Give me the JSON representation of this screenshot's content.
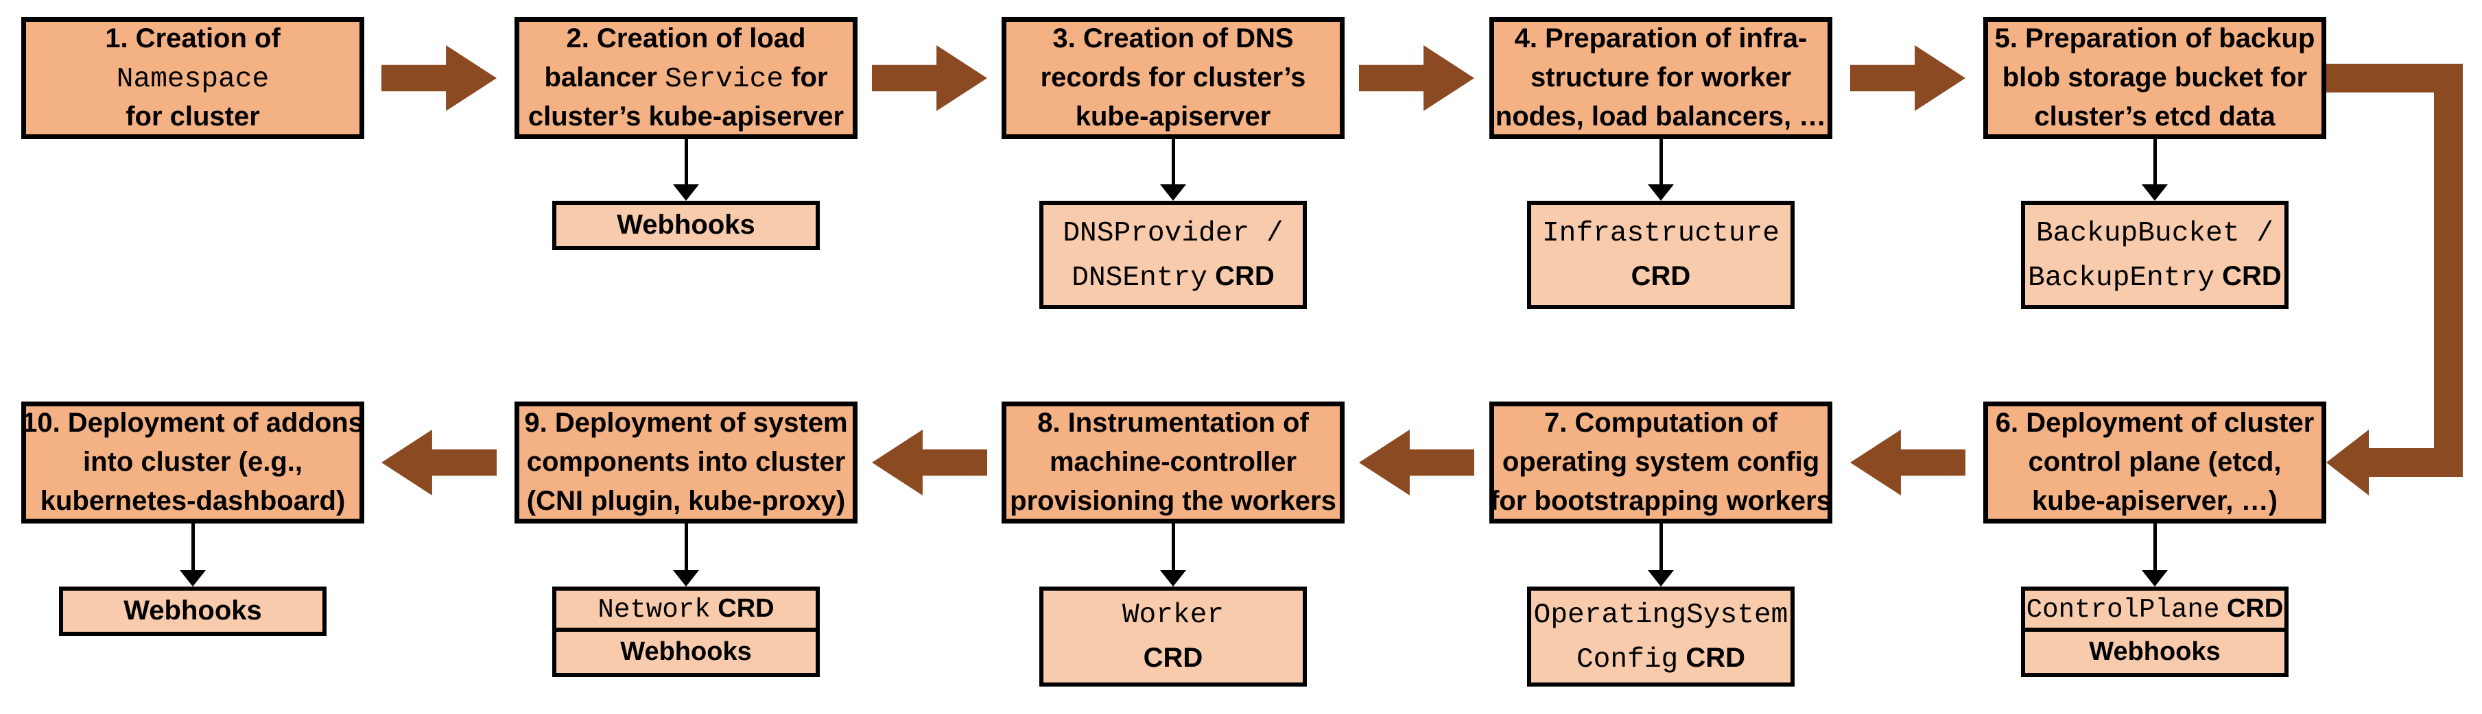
{
  "colors": {
    "main_box_fill": "#F4B183",
    "sub_box_fill": "#F8CBAD",
    "arrow": "#8B4A21",
    "outline": "#000000"
  },
  "steps": [
    {
      "id": 1,
      "lines": [
        {
          "pre": "1. Creation of"
        },
        {
          "code": "Namespace"
        },
        {
          "pre": "for cluster"
        }
      ]
    },
    {
      "id": 2,
      "lines": [
        {
          "pre": "2. Creation of load"
        },
        {
          "pre": "balancer ",
          "code": "Service",
          "post": " for"
        },
        {
          "pre": "cluster’s kube-apiserver"
        }
      ],
      "sub": {
        "boxes": [
          {
            "lines": [
              {
                "pre": "Webhooks"
              }
            ]
          }
        ]
      }
    },
    {
      "id": 3,
      "lines": [
        {
          "pre": "3. Creation of DNS"
        },
        {
          "pre": "records for cluster’s"
        },
        {
          "pre": "kube-apiserver"
        }
      ],
      "sub": {
        "boxes": [
          {
            "lines": [
              {
                "code": "DNSProvider /"
              },
              {
                "code": "DNSEntry",
                "post": " CRD"
              }
            ]
          }
        ]
      }
    },
    {
      "id": 4,
      "lines": [
        {
          "pre": "4. Preparation of infra-"
        },
        {
          "pre": "structure for worker"
        },
        {
          "pre": "nodes, load balancers, …"
        }
      ],
      "sub": {
        "boxes": [
          {
            "lines": [
              {
                "code": "Infrastructure"
              },
              {
                "pre": "CRD"
              }
            ]
          }
        ]
      }
    },
    {
      "id": 5,
      "lines": [
        {
          "pre": "5. Preparation of backup"
        },
        {
          "pre": "blob storage bucket for"
        },
        {
          "pre": "cluster’s etcd data"
        }
      ],
      "sub": {
        "boxes": [
          {
            "lines": [
              {
                "code": "BackupBucket /"
              },
              {
                "code": "BackupEntry",
                "post": " CRD"
              }
            ]
          }
        ]
      }
    },
    {
      "id": 6,
      "lines": [
        {
          "pre": "6. Deployment of cluster"
        },
        {
          "pre": "control plane (etcd,"
        },
        {
          "pre": "kube-apiserver, …)"
        }
      ],
      "sub": {
        "boxes": [
          {
            "lines": [
              {
                "code": "ControlPlane",
                "post": " CRD"
              }
            ]
          },
          {
            "lines": [
              {
                "pre": "Webhooks"
              }
            ]
          }
        ]
      }
    },
    {
      "id": 7,
      "lines": [
        {
          "pre": "7. Computation of"
        },
        {
          "pre": "operating system config"
        },
        {
          "pre": "for bootstrapping workers"
        }
      ],
      "sub": {
        "boxes": [
          {
            "lines": [
              {
                "code": "OperatingSystem"
              },
              {
                "code": "Config",
                "post": " CRD"
              }
            ]
          }
        ]
      }
    },
    {
      "id": 8,
      "lines": [
        {
          "pre": "8. Instrumentation of"
        },
        {
          "pre": "machine-controller"
        },
        {
          "pre": "provisioning the workers"
        }
      ],
      "sub": {
        "boxes": [
          {
            "lines": [
              {
                "code": "Worker"
              },
              {
                "pre": "CRD"
              }
            ]
          }
        ]
      }
    },
    {
      "id": 9,
      "lines": [
        {
          "pre": "9. Deployment of system"
        },
        {
          "pre": "components into cluster"
        },
        {
          "pre": "(CNI plugin, kube-proxy)"
        }
      ],
      "sub": {
        "boxes": [
          {
            "lines": [
              {
                "code": "Network",
                "post": " CRD"
              }
            ]
          },
          {
            "lines": [
              {
                "pre": "Webhooks"
              }
            ]
          }
        ]
      }
    },
    {
      "id": 10,
      "lines": [
        {
          "pre": "10. Deployment of addons"
        },
        {
          "pre": "into cluster (e.g.,"
        },
        {
          "pre": "kubernetes-dashboard)"
        }
      ],
      "sub": {
        "boxes": [
          {
            "lines": [
              {
                "pre": "Webhooks"
              }
            ]
          }
        ]
      }
    }
  ]
}
